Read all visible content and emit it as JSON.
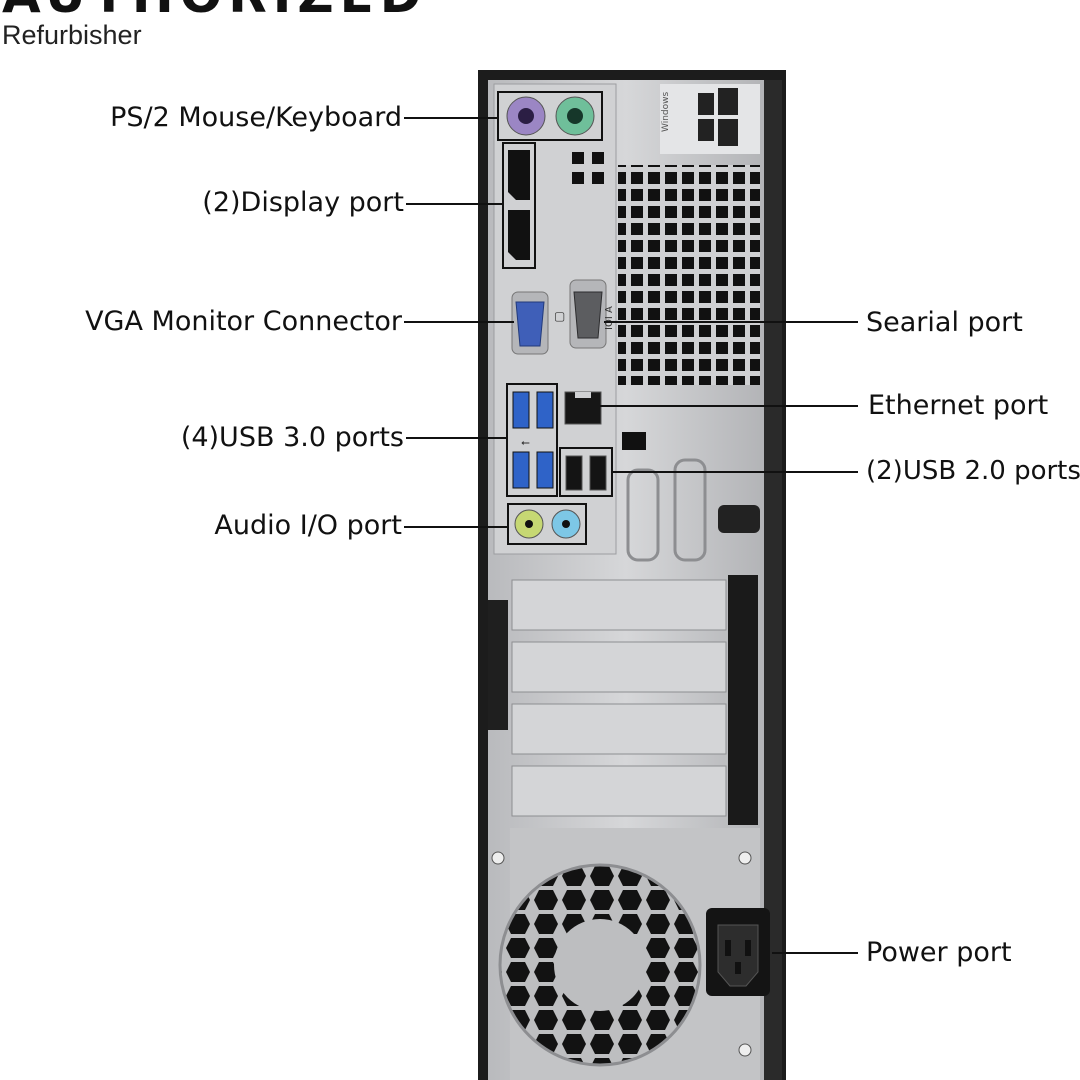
{
  "header": {
    "title": "AUTHORIZED",
    "subtitle": "Refurbisher"
  },
  "callouts": {
    "ps2": "PS/2 Mouse/Keyboard",
    "display_port": "(2)Display port",
    "vga": "VGA Monitor Connector",
    "serial": "Searial port",
    "ethernet": "Ethernet port",
    "usb3": "(4)USB 3.0 ports",
    "usb2": "(2)USB 2.0 ports",
    "audio": "Audio I/O port",
    "power": "Power port"
  },
  "panel_text": {
    "windows_sticker": "Windows",
    "serial_marking": "IOI A"
  },
  "colors": {
    "chassis": "#1c1c1c",
    "panel": "#c8c9cb",
    "ps2_mouse": "#9b86c4",
    "ps2_keyboard": "#6fbf9a",
    "vga_blue": "#3f5fb8",
    "usb3_blue": "#2f63c8",
    "audio_green": "#c6d873",
    "audio_blue": "#7dc7e6"
  }
}
